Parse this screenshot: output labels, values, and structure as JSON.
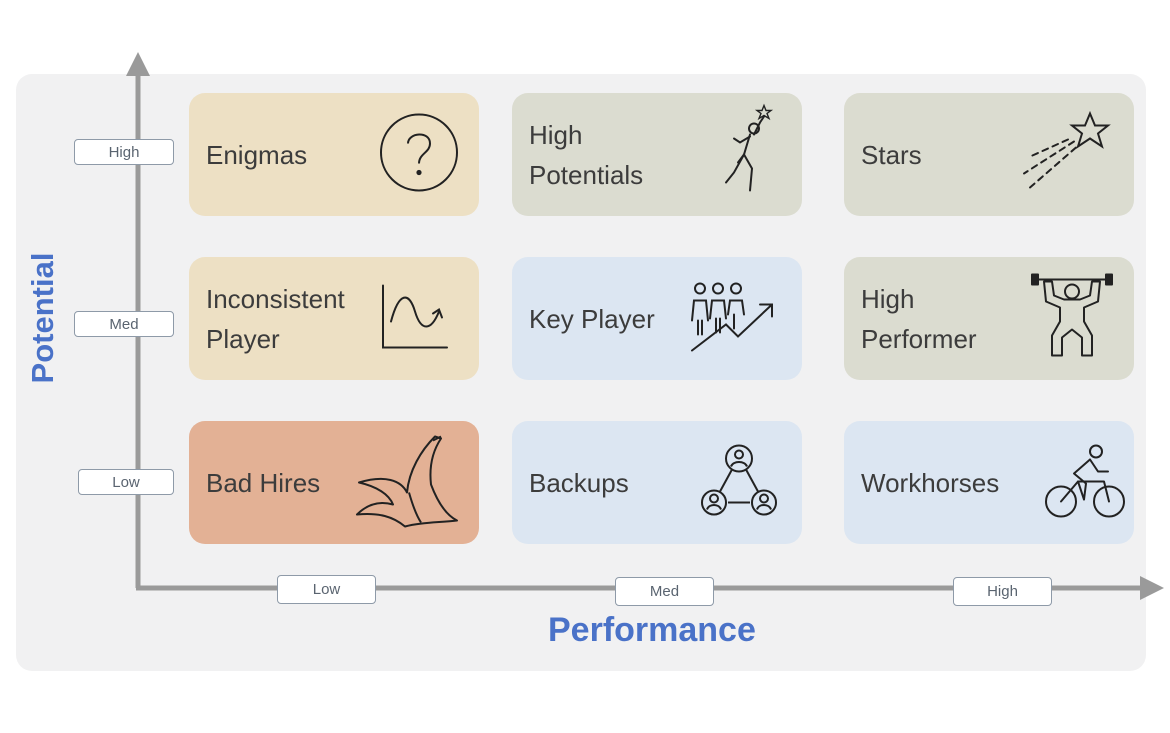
{
  "axes": {
    "y_title": "Potential",
    "x_title": "Performance",
    "y_ticks": [
      "High",
      "Med",
      "Low"
    ],
    "x_ticks": [
      "Low",
      "Med",
      "High"
    ]
  },
  "grid": {
    "row_high": {
      "low": {
        "label": "Enigmas",
        "icon": "question-mark-icon"
      },
      "med": {
        "label": "High\nPotentials",
        "icon": "person-reaching-star-icon"
      },
      "high": {
        "label": "Stars",
        "icon": "shooting-star-icon"
      }
    },
    "row_med": {
      "low": {
        "label": "Inconsistent\nPlayer",
        "icon": "wave-chart-icon"
      },
      "med": {
        "label": "Key Player",
        "icon": "team-growth-icon"
      },
      "high": {
        "label": "High\nPerformer",
        "icon": "weightlifter-icon"
      }
    },
    "row_low": {
      "low": {
        "label": "Bad Hires",
        "icon": "banana-peel-icon"
      },
      "med": {
        "label": "Backups",
        "icon": "people-network-icon"
      },
      "high": {
        "label": "Workhorses",
        "icon": "cyclist-icon"
      }
    }
  },
  "colors": {
    "axis_title": "#4a72c8",
    "tan": "#ede0c4",
    "sage": "#dbdcd0",
    "blue": "#dce6f2",
    "orange": "#e3b195"
  }
}
